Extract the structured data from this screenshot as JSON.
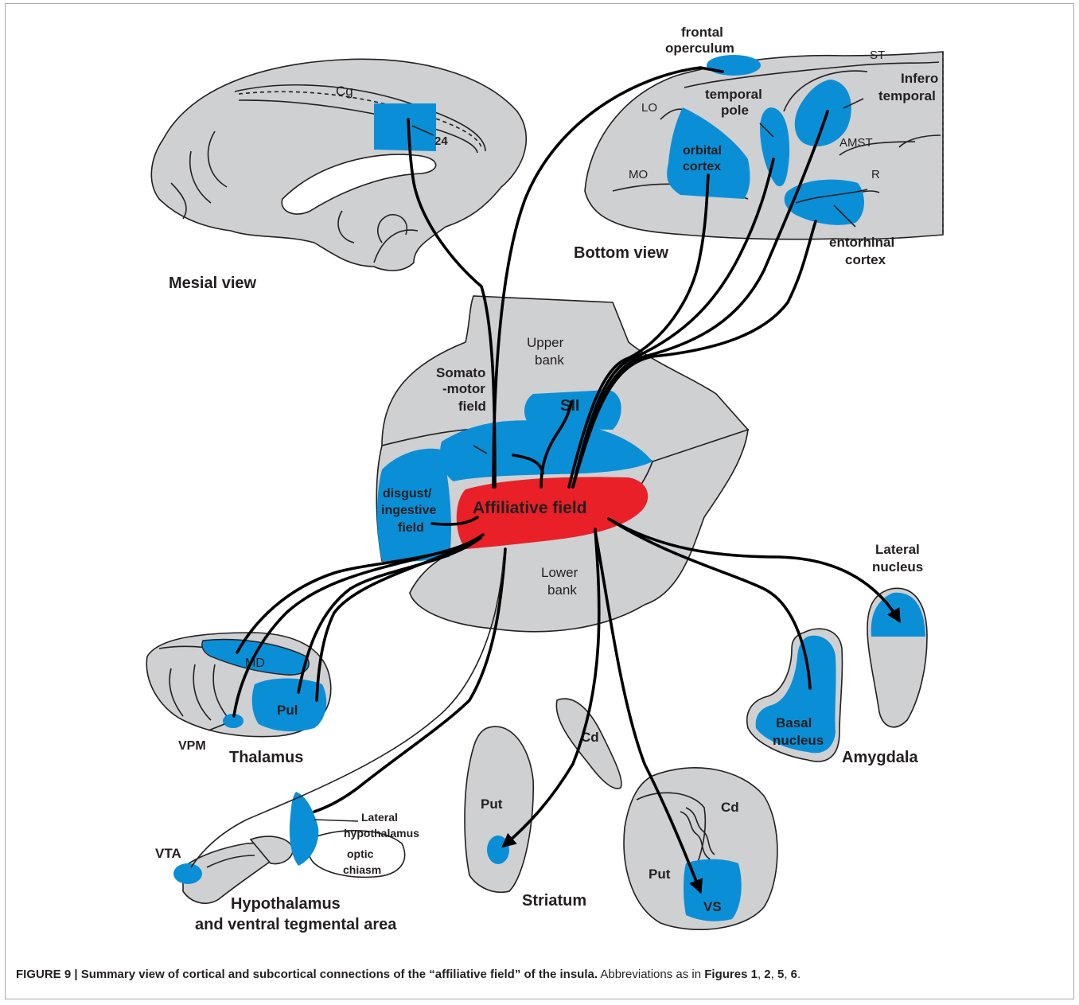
{
  "figure": {
    "caption_figure_label": "FIGURE 9 | Summary view of cortical and subcortical connections of the “affiliative field” of the insula.",
    "caption_text": " Abbreviations as in ",
    "caption_refs": [
      "Figures 1",
      "2",
      "5",
      "6"
    ],
    "caption_end": "."
  },
  "mesial_view": {
    "title": "Mesial view",
    "labels": {
      "cingulate": "Cg",
      "area24": "24"
    }
  },
  "bottom_view": {
    "title": "Bottom view",
    "labels": {
      "frontal_operculum_1": "frontal",
      "frontal_operculum_2": "operculum",
      "st": "ST",
      "temporal_pole_1": "temporal",
      "temporal_pole_2": "pole",
      "infero_1": "Infero",
      "infero_2": "temporal",
      "lo": "LO",
      "orbital_1": "orbital",
      "orbital_2": "cortex",
      "mo": "MO",
      "amst": "AMST",
      "r": "R",
      "entorhinal_1": "entorhinal",
      "entorhinal_2": "cortex"
    }
  },
  "insula": {
    "labels": {
      "upper_1": "Upper",
      "upper_2": "bank",
      "somato_1": "Somato",
      "somato_2": "-motor",
      "somato_3": "field",
      "sii": "SII",
      "disgust_1": "disgust/",
      "disgust_2": "ingestive",
      "disgust_3": "field",
      "affiliative": "Affiliative field",
      "lower_1": "Lower",
      "lower_2": "bank"
    }
  },
  "thalamus": {
    "title": "Thalamus",
    "labels": {
      "md": "MD",
      "pul": "Pul",
      "vpm": "VPM"
    }
  },
  "hypothalamus": {
    "title_1": "Hypothalamus",
    "title_2": "and ventral tegmental area",
    "labels": {
      "vta": "VTA",
      "lateral_1": "Lateral",
      "lateral_2": "hypothalamus",
      "optic_1": "optic",
      "optic_2": "chiasm"
    }
  },
  "striatum": {
    "title": "Striatum",
    "labels": {
      "cd_small": "Cd",
      "put_small": "Put",
      "cd_large": "Cd",
      "put_large": "Put",
      "vs": "VS"
    }
  },
  "amygdala": {
    "title": "Amygdala",
    "labels": {
      "lateral_1": "Lateral",
      "lateral_2": "nucleus",
      "basal_1": "Basal",
      "basal_2": "nucleus"
    }
  },
  "colors": {
    "cortex_gray": "#cfd0d2",
    "connected_blue": "#0a8fd6",
    "affiliative_red": "#e92027",
    "outline": "#231f20"
  }
}
